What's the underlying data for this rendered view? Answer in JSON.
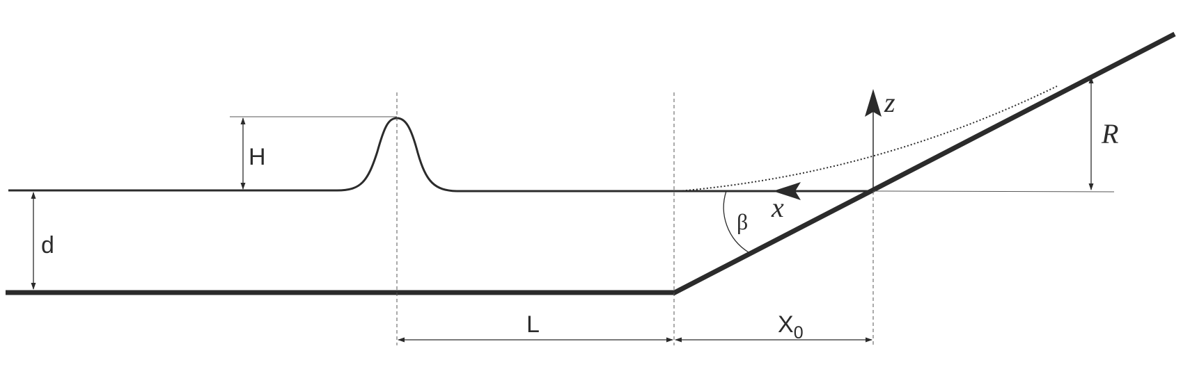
{
  "labels": {
    "wave_height": "H",
    "depth": "d",
    "distance_to_toe": "L",
    "toe_to_shoreline": "X",
    "toe_to_shoreline_subscript": "0",
    "runup": "R",
    "slope_angle": "β",
    "axis_x": "x",
    "axis_z": "z"
  },
  "colors": {
    "line": "#2b2b2b",
    "thin_line": "#555555",
    "background": "#ffffff"
  }
}
